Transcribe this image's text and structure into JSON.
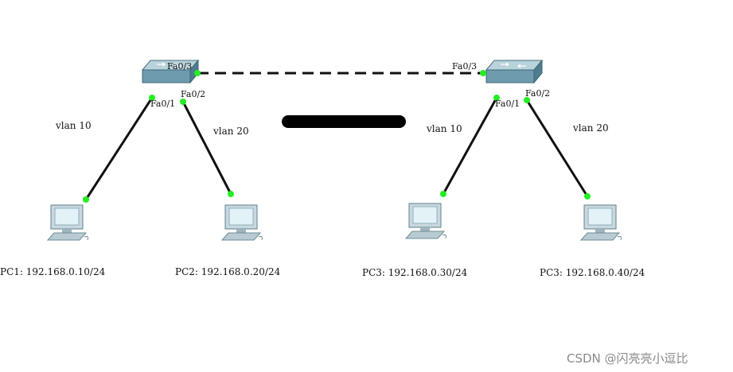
{
  "switches": [
    {
      "id": "sw-left",
      "ports": {
        "fa03": "Fa0/3",
        "fa01": "Fa0/1",
        "fa02": "Fa0/2"
      }
    },
    {
      "id": "sw-right",
      "ports": {
        "fa03": "Fa0/3",
        "fa01": "Fa0/1",
        "fa02": "Fa0/2"
      }
    }
  ],
  "vlans": [
    "vlan 10",
    "vlan 20",
    "vlan 10",
    "vlan 20"
  ],
  "pcs": [
    {
      "label": "PC1: 192.168.0.10/24"
    },
    {
      "label": "PC2: 192.168.0.20/24"
    },
    {
      "label": "PC3: 192.168.0.30/24"
    },
    {
      "label": "PC3: 192.168.0.40/24"
    }
  ],
  "watermark": "CSDN @闪亮亮小逗比",
  "colors": {
    "switch": "#6e9cae",
    "link": "#111111",
    "port_dot": "#22ee22",
    "redaction": "#000000"
  },
  "icons": [
    "switch-icon",
    "pc-icon"
  ]
}
